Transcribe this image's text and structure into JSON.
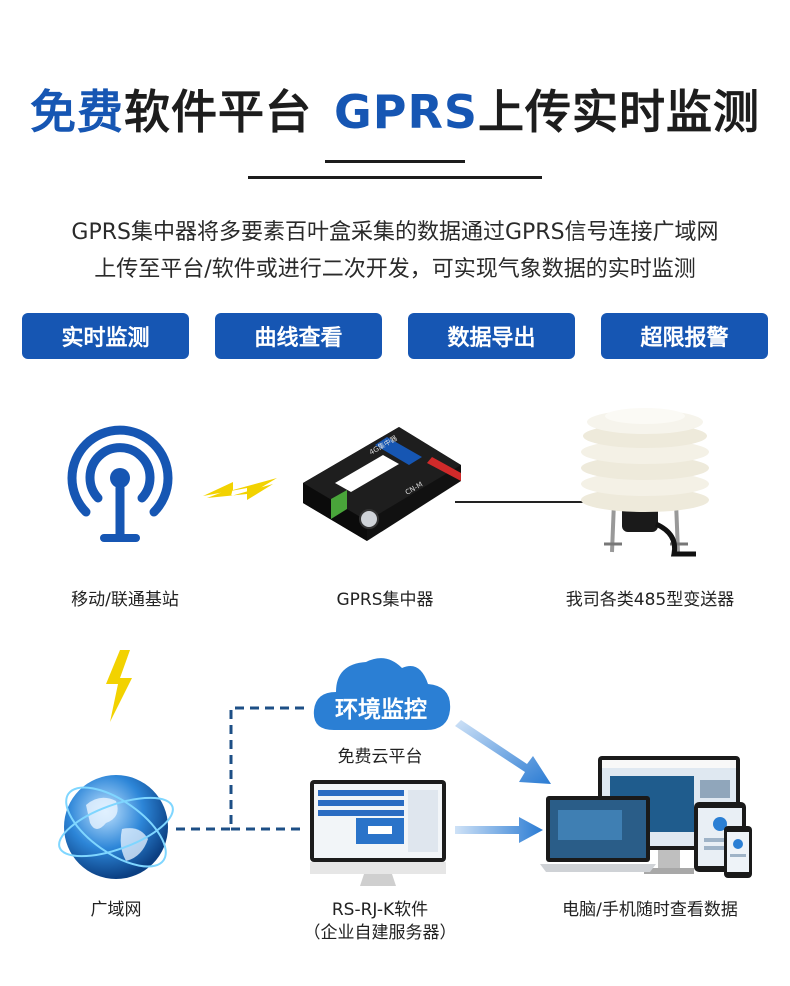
{
  "headline": {
    "part1": "免费",
    "part2": "软件平台",
    "part3": "GPRS",
    "part4": "上传实时监测"
  },
  "intro": {
    "line1": "GPRS集中器将多要素百叶盒采集的数据通过GPRS信号连接广域网",
    "line2": "上传至平台/软件或进行二次开发，可实现气象数据的实时监测"
  },
  "features": [
    "实时监测",
    "曲线查看",
    "数据导出",
    "超限报警"
  ],
  "nodes": {
    "base_station": "移动/联通基站",
    "concentrator": "GPRS集中器",
    "transmitter": "我司各类485型变送器",
    "cloud_title": "环境监控",
    "cloud_platform": "免费云平台",
    "wan": "广域网",
    "software": "RS-RJ-K软件",
    "software_sub": "（企业自建服务器）",
    "devices": "电脑/手机随时查看数据"
  },
  "device_labels": {
    "concentrator_brand": "4G集中器",
    "concentrator_port": "CN-M"
  },
  "colors": {
    "accent": "#1656b3",
    "lightning": "#f2d200",
    "dash": "#1d4f86"
  },
  "icons": [
    "wireless-signal-icon",
    "lightning-icon",
    "globe-icon",
    "cloud-icon",
    "arrow-icon",
    "monitor-icon",
    "laptop-icon",
    "tablet-icon",
    "phone-icon"
  ]
}
